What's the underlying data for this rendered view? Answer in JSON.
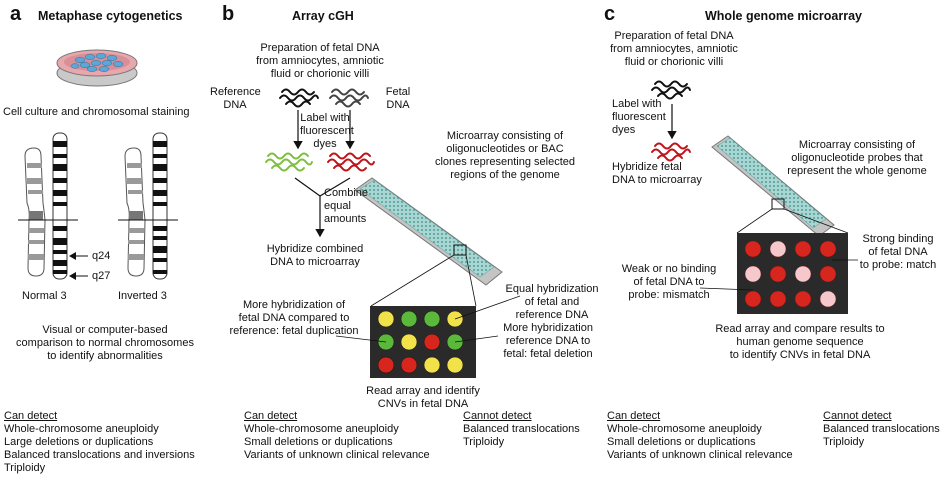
{
  "panel_a": {
    "letter": "a",
    "title": "Metaphase cytogenetics",
    "step_culture": "Cell culture and chromosomal staining",
    "label_q24": "q24",
    "label_q27": "q27",
    "label_normal": "Normal 3",
    "label_inverted": "Inverted 3",
    "step_compare": [
      "Visual or computer-based",
      "comparison to normal chromosomes",
      "to identify abnormalities"
    ],
    "can_detect": {
      "heading": "Can detect",
      "items": [
        "Whole-chromosome aneuploidy",
        "Large deletions or duplications",
        "Balanced translocations and inversions",
        "Triploidy"
      ]
    }
  },
  "panel_b": {
    "letter": "b",
    "title": "Array cGH",
    "step_prep": [
      "Preparation of fetal DNA",
      "from amniocytes, amniotic",
      "fluid or chorionic villi"
    ],
    "label_reference": [
      "Reference",
      "DNA"
    ],
    "label_fetal": [
      "Fetal",
      "DNA"
    ],
    "step_label": [
      "Label with",
      "fluorescent",
      "dyes"
    ],
    "step_combine": [
      "Combine",
      "equal",
      "amounts"
    ],
    "step_hybridize": [
      "Hybridize combined",
      "DNA to microarray"
    ],
    "microarray_desc": [
      "Microarray consisting of",
      "oligonucleotides or BAC",
      "clones representing selected",
      "regions of the genome"
    ],
    "annot_equal": [
      "Equal hybridization",
      "of fetal and",
      "reference DNA"
    ],
    "annot_more_fetal": [
      "More hybridization of",
      "fetal DNA compared to",
      "reference: fetal duplication"
    ],
    "annot_more_ref": [
      "More hybridization",
      "reference DNA to",
      "fetal: fetal deletion"
    ],
    "step_read": [
      "Read array and identify",
      "CNVs in fetal DNA"
    ],
    "can_detect": {
      "heading": "Can detect",
      "items": [
        "Whole-chromosome aneuploidy",
        "Small deletions or duplications",
        "Variants of unknown clinical relevance"
      ]
    },
    "cannot_detect": {
      "heading": "Cannot detect",
      "items": [
        "Balanced translocations",
        "Triploidy"
      ]
    }
  },
  "panel_c": {
    "letter": "c",
    "title": "Whole genome microarray",
    "step_prep": [
      "Preparation of fetal DNA",
      "from amniocytes, amniotic",
      "fluid or chorionic villi"
    ],
    "step_label": [
      "Label with",
      "fluorescent",
      "dyes"
    ],
    "step_hybridize": [
      "Hybridize fetal",
      "DNA to microarray"
    ],
    "microarray_desc": [
      "Microarray consisting of",
      "oligonucleotide probes that",
      "represent the whole genome"
    ],
    "annot_strong": [
      "Strong binding",
      "of fetal DNA",
      "to probe: match"
    ],
    "annot_weak": [
      "Weak or no binding",
      "of fetal DNA to",
      "probe: mismatch"
    ],
    "step_read": [
      "Read array and compare results to",
      "human genome sequence",
      "to identify CNVs in fetal DNA"
    ],
    "can_detect": {
      "heading": "Can detect",
      "items": [
        "Whole-chromosome aneuploidy",
        "Small deletions or duplications",
        "Variants of unknown clinical relevance"
      ]
    },
    "cannot_detect": {
      "heading": "Cannot detect",
      "items": [
        "Balanced translocations",
        "Triploidy"
      ]
    }
  },
  "colors": {
    "reference_dye": "#7fbf3f",
    "fetal_dye": "#c0141c",
    "array_surface": "#9fd3d0",
    "grid_background": "#2a2a2a",
    "spot_yellow": "#f2e24a",
    "spot_green": "#5cb83a",
    "spot_red": "#d7261e",
    "spot_pale": "#f5c8cc",
    "dish_pink": "#e7a7ad",
    "cells_blue": "#5aa7d8"
  },
  "icons": [
    "petri-dish-icon",
    "chromosome-icon",
    "dna-strand-icon",
    "microarray-slide-icon",
    "spot-grid-icon"
  ]
}
